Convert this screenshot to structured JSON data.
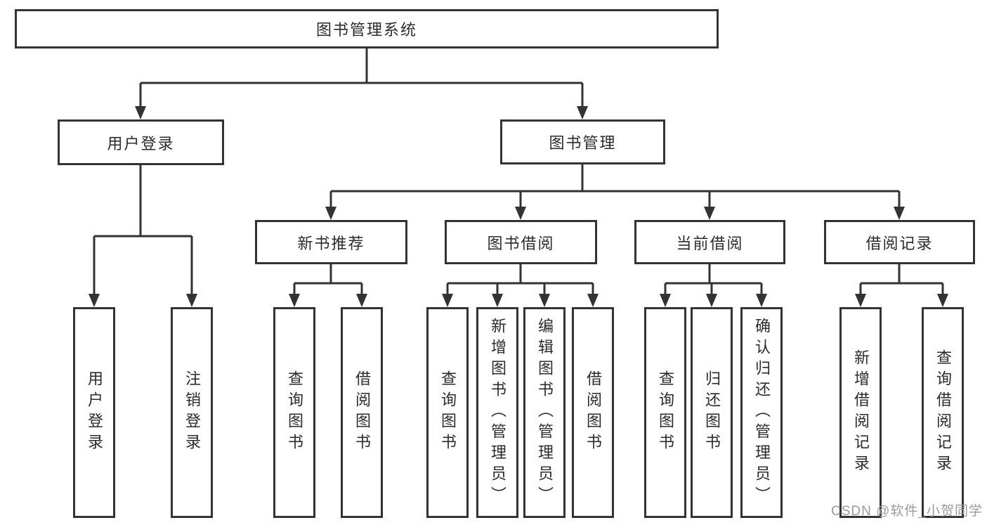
{
  "tree": {
    "label": "图书管理系统",
    "children": [
      {
        "label": "用户登录",
        "children": [
          {
            "label": "用户登录"
          },
          {
            "label": "注销登录"
          }
        ]
      },
      {
        "label": "图书管理",
        "children": [
          {
            "label": "新书推荐",
            "children": [
              {
                "label": "查询图书"
              },
              {
                "label": "借阅图书"
              }
            ]
          },
          {
            "label": "图书借阅",
            "children": [
              {
                "label": "查询图书"
              },
              {
                "label": "新增图书（管理员）"
              },
              {
                "label": "编辑图书（管理员）"
              },
              {
                "label": "借阅图书"
              }
            ]
          },
          {
            "label": "当前借阅",
            "children": [
              {
                "label": "查询图书"
              },
              {
                "label": "归还图书"
              },
              {
                "label": "确认归还（管理员）"
              }
            ]
          },
          {
            "label": "借阅记录",
            "children": [
              {
                "label": "新增借阅记录"
              },
              {
                "label": "查询借阅记录"
              }
            ]
          }
        ]
      }
    ]
  },
  "watermark": "CSDN @软件_小贺同学",
  "colors": {
    "line": "#333333",
    "text": "#2b2b2b",
    "watermark": "#9b9b9b",
    "background": "#ffffff"
  }
}
